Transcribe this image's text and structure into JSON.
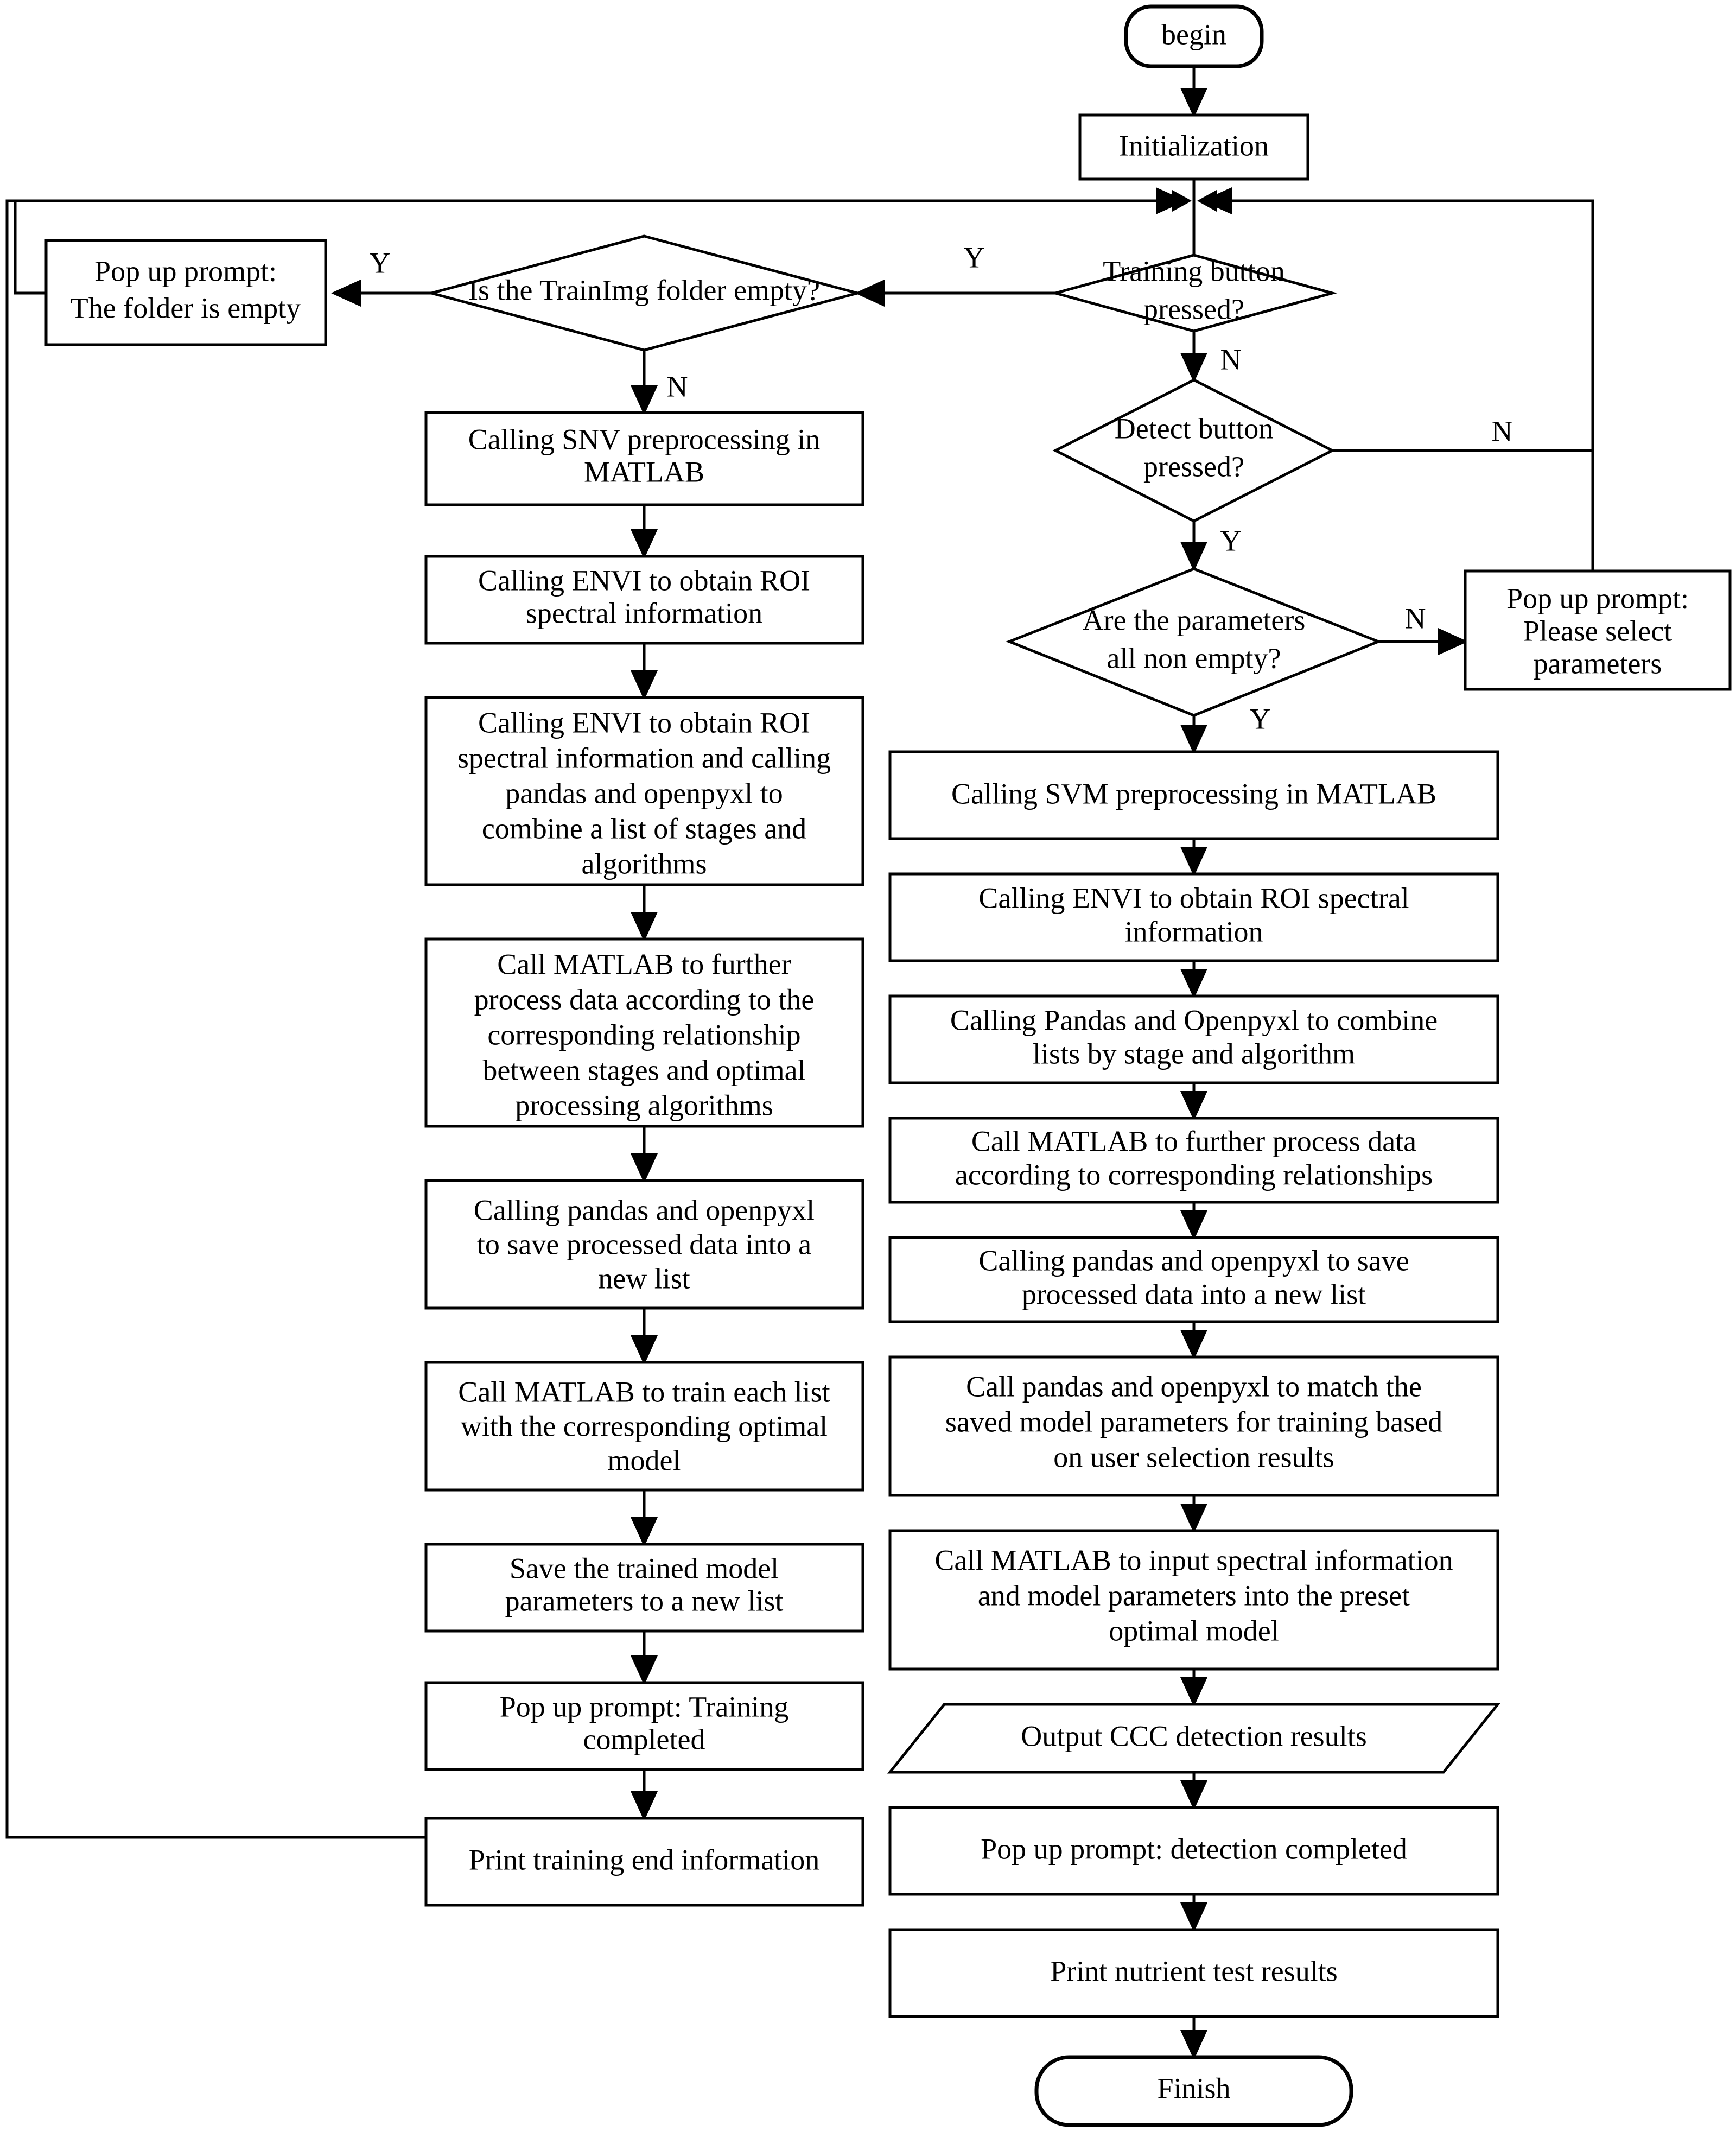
{
  "diagram": {
    "title": "Software workflow flowchart for spectral training and CCC detection",
    "type": "flowchart",
    "stroke_color": "#000000",
    "fill_color": "#ffffff",
    "background": "#ffffff"
  },
  "nodes": [
    {
      "id": "begin",
      "shape": "terminator",
      "label": "begin"
    },
    {
      "id": "init",
      "shape": "process",
      "label": "Initialization"
    },
    {
      "id": "train_btn",
      "shape": "decision",
      "label_lines": [
        "Training button",
        "pressed?"
      ]
    },
    {
      "id": "folder_empty",
      "shape": "decision",
      "label_lines": [
        "Is the TrainImg folder empty?"
      ]
    },
    {
      "id": "popup_empty",
      "shape": "process",
      "label_lines": [
        "Pop up prompt:",
        "The folder is empty"
      ]
    },
    {
      "id": "detect_btn",
      "shape": "decision",
      "label_lines": [
        "Detect button",
        "pressed?"
      ]
    },
    {
      "id": "params_nonempty",
      "shape": "decision",
      "label_lines": [
        "Are the parameters",
        "all non empty?"
      ]
    },
    {
      "id": "popup_params",
      "shape": "process",
      "label_lines": [
        "Pop up prompt:",
        "Please select",
        "parameters"
      ]
    },
    {
      "id": "l_snv",
      "shape": "process",
      "label_lines": [
        "Calling SNV preprocessing in",
        "MATLAB"
      ]
    },
    {
      "id": "l_envi1",
      "shape": "process",
      "label_lines": [
        "Calling ENVI to obtain ROI",
        "spectral information"
      ]
    },
    {
      "id": "l_envi2",
      "shape": "process",
      "label_lines": [
        "Calling ENVI to obtain ROI",
        "spectral information and calling",
        "pandas and openpyxl to",
        "combine a list of stages and",
        "algorithms"
      ]
    },
    {
      "id": "l_matlab_proc",
      "shape": "process",
      "label_lines": [
        "Call MATLAB to further",
        "process data according to the",
        "corresponding relationship",
        "between stages and optimal",
        "processing algorithms"
      ]
    },
    {
      "id": "l_save",
      "shape": "process",
      "label_lines": [
        "Calling pandas and openpyxl",
        "to save processed data into a",
        "new list"
      ]
    },
    {
      "id": "l_train",
      "shape": "process",
      "label_lines": [
        "Call MATLAB to train each list",
        "with the corresponding optimal",
        "model"
      ]
    },
    {
      "id": "l_saveparams",
      "shape": "process",
      "label_lines": [
        "Save the trained model",
        "parameters to a new list"
      ]
    },
    {
      "id": "l_popup_done",
      "shape": "process",
      "label_lines": [
        "Pop up prompt: Training",
        "completed"
      ]
    },
    {
      "id": "l_print",
      "shape": "process",
      "label_lines": [
        "Print training end information"
      ]
    },
    {
      "id": "r_svm",
      "shape": "process",
      "label_lines": [
        "Calling SVM preprocessing in MATLAB"
      ]
    },
    {
      "id": "r_envi",
      "shape": "process",
      "label_lines": [
        "Calling ENVI to obtain ROI spectral",
        "information"
      ]
    },
    {
      "id": "r_combine",
      "shape": "process",
      "label_lines": [
        "Calling Pandas and Openpyxl to combine",
        "lists by stage and algorithm"
      ]
    },
    {
      "id": "r_matlab_proc",
      "shape": "process",
      "label_lines": [
        "Call MATLAB to further process data",
        "according to corresponding relationships"
      ]
    },
    {
      "id": "r_save",
      "shape": "process",
      "label_lines": [
        "Calling pandas and openpyxl to save",
        "processed data into a new list"
      ]
    },
    {
      "id": "r_match",
      "shape": "process",
      "label_lines": [
        "Call pandas and openpyxl to match the",
        "saved model parameters for training based",
        "on user selection results"
      ]
    },
    {
      "id": "r_input",
      "shape": "process",
      "label_lines": [
        "Call MATLAB to input spectral information",
        "and model parameters into the preset",
        "optimal model"
      ]
    },
    {
      "id": "r_output",
      "shape": "parallelogram",
      "label_lines": [
        "Output CCC detection results"
      ]
    },
    {
      "id": "r_popup_done",
      "shape": "process",
      "label_lines": [
        "Pop up prompt: detection completed"
      ]
    },
    {
      "id": "r_print",
      "shape": "process",
      "label_lines": [
        "Print nutrient test results"
      ]
    },
    {
      "id": "finish",
      "shape": "terminator",
      "label": "Finish"
    }
  ],
  "edge_labels": {
    "train_yes": "Y",
    "train_no": "N",
    "folder_yes": "Y",
    "folder_no": "N",
    "detect_no": "N",
    "detect_yes": "Y",
    "params_no": "N",
    "params_yes": "Y"
  },
  "edges": [
    {
      "from": "begin",
      "to": "init",
      "label": ""
    },
    {
      "from": "init",
      "to": "train_btn",
      "label": ""
    },
    {
      "from": "train_btn",
      "to": "folder_empty",
      "label": "Y"
    },
    {
      "from": "train_btn",
      "to": "detect_btn",
      "label": "N"
    },
    {
      "from": "folder_empty",
      "to": "popup_empty",
      "label": "Y"
    },
    {
      "from": "folder_empty",
      "to": "l_snv",
      "label": "N"
    },
    {
      "from": "popup_empty",
      "to": "init",
      "label": ""
    },
    {
      "from": "detect_btn",
      "to": "init",
      "label": "N"
    },
    {
      "from": "detect_btn",
      "to": "params_nonempty",
      "label": "Y"
    },
    {
      "from": "params_nonempty",
      "to": "popup_params",
      "label": "N"
    },
    {
      "from": "params_nonempty",
      "to": "r_svm",
      "label": "Y"
    },
    {
      "from": "popup_params",
      "to": "init",
      "label": ""
    },
    {
      "from": "l_snv",
      "to": "l_envi1",
      "label": ""
    },
    {
      "from": "l_envi1",
      "to": "l_envi2",
      "label": ""
    },
    {
      "from": "l_envi2",
      "to": "l_matlab_proc",
      "label": ""
    },
    {
      "from": "l_matlab_proc",
      "to": "l_save",
      "label": ""
    },
    {
      "from": "l_save",
      "to": "l_train",
      "label": ""
    },
    {
      "from": "l_train",
      "to": "l_saveparams",
      "label": ""
    },
    {
      "from": "l_saveparams",
      "to": "l_popup_done",
      "label": ""
    },
    {
      "from": "l_popup_done",
      "to": "l_print",
      "label": ""
    },
    {
      "from": "l_print",
      "to": "init",
      "label": ""
    },
    {
      "from": "r_svm",
      "to": "r_envi",
      "label": ""
    },
    {
      "from": "r_envi",
      "to": "r_combine",
      "label": ""
    },
    {
      "from": "r_combine",
      "to": "r_matlab_proc",
      "label": ""
    },
    {
      "from": "r_matlab_proc",
      "to": "r_save",
      "label": ""
    },
    {
      "from": "r_save",
      "to": "r_match",
      "label": ""
    },
    {
      "from": "r_match",
      "to": "r_input",
      "label": ""
    },
    {
      "from": "r_input",
      "to": "r_output",
      "label": ""
    },
    {
      "from": "r_output",
      "to": "r_popup_done",
      "label": ""
    },
    {
      "from": "r_popup_done",
      "to": "r_print",
      "label": ""
    },
    {
      "from": "r_print",
      "to": "finish",
      "label": ""
    }
  ]
}
